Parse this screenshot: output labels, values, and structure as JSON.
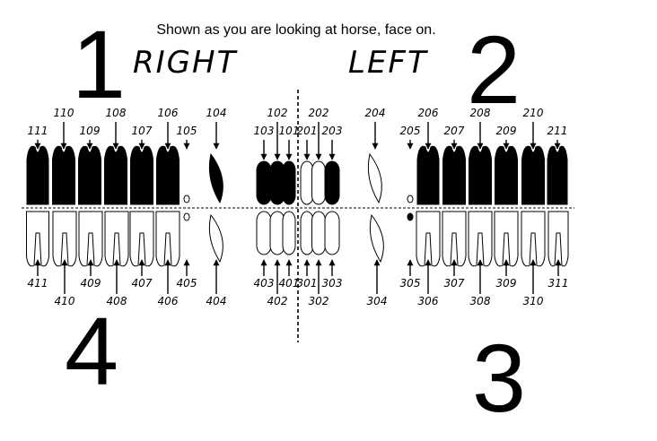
{
  "caption": "Shown as you are looking at horse, face on.",
  "quadrants": {
    "q1": "1",
    "q2": "2",
    "q3": "3",
    "q4": "4"
  },
  "sides": {
    "right": "RIGHT",
    "left": "LEFT"
  },
  "upper_right_teeth": [
    "111",
    "110",
    "109",
    "108",
    "107",
    "106",
    "105",
    "104",
    "103",
    "102",
    "101"
  ],
  "upper_left_teeth": [
    "201",
    "202",
    "203",
    "204",
    "205",
    "206",
    "207",
    "208",
    "209",
    "210",
    "211"
  ],
  "lower_right_teeth": [
    "411",
    "410",
    "409",
    "408",
    "407",
    "406",
    "405",
    "404",
    "403",
    "402",
    "401"
  ],
  "lower_left_teeth": [
    "301",
    "302",
    "303",
    "304",
    "305",
    "306",
    "307",
    "308",
    "309",
    "310",
    "311"
  ],
  "colors": {
    "filled": "#000000",
    "outline": "#000000",
    "background": "#ffffff"
  }
}
